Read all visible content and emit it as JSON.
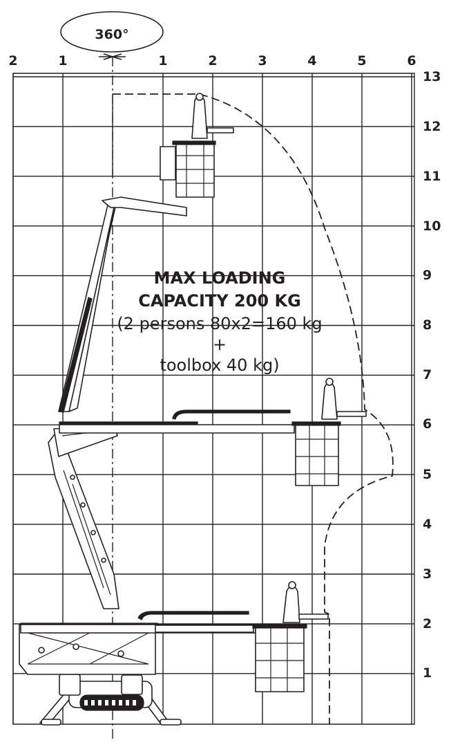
{
  "rotation_label": "360°",
  "horizontal_scale_left": [
    "2",
    "1"
  ],
  "horizontal_scale_right": [
    "1",
    "2",
    "3",
    "4",
    "5",
    "6"
  ],
  "height_scale": [
    "13",
    "12",
    "11",
    "10",
    "9",
    "8",
    "7",
    "6",
    "5",
    "4",
    "3",
    "2",
    "1"
  ],
  "capacity": {
    "line1": "MAX LOADING",
    "line2": "CAPACITY 200 KG",
    "line3": "(2 persons 80x2=160 kg",
    "line4": "+",
    "line5": "toolbox 40 kg)"
  }
}
